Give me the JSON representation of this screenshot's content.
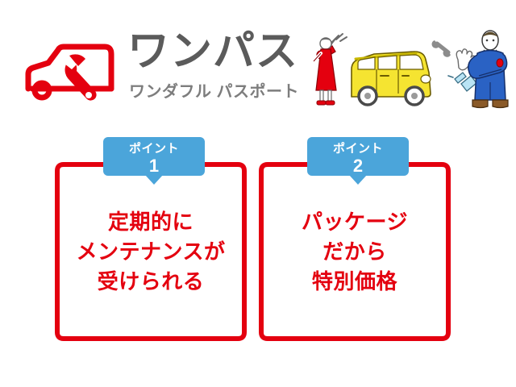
{
  "colors": {
    "red": "#e4000f",
    "blue": "#4ba5da",
    "logo_gray": "#5b5b5b",
    "logo_sub_gray": "#7d7d7d",
    "van_yellow": "#f5e431",
    "dress_red": "#e4000f",
    "coverall_blue": "#2a62c4",
    "background": "#ffffff"
  },
  "header": {
    "logo_mark_name": "car-with-wrench-logo-icon",
    "title": "ワンパス",
    "subtitle": "ワンダフル パスポート",
    "illustration": {
      "name": "mechanic-scene-illustration",
      "figures": [
        {
          "name": "woman-with-trumpet",
          "description": "赤いワンピースの女性・トランペット"
        },
        {
          "name": "yellow-van",
          "description": "黄色の軽バン"
        },
        {
          "name": "wrench-tool",
          "description": "スパナ"
        },
        {
          "name": "glove-tool",
          "description": "軍手"
        },
        {
          "name": "spray-bottle-tool",
          "description": "スプレーボトル"
        },
        {
          "name": "mechanic-man",
          "description": "青いつなぎの整備士"
        }
      ]
    }
  },
  "points": [
    {
      "badge_label": "ポイント",
      "badge_number": "1",
      "text": "定期的に\nメンテナンスが\n受けられる"
    },
    {
      "badge_label": "ポイント",
      "badge_number": "2",
      "text": "パッケージ\nだから\n特別価格"
    }
  ]
}
